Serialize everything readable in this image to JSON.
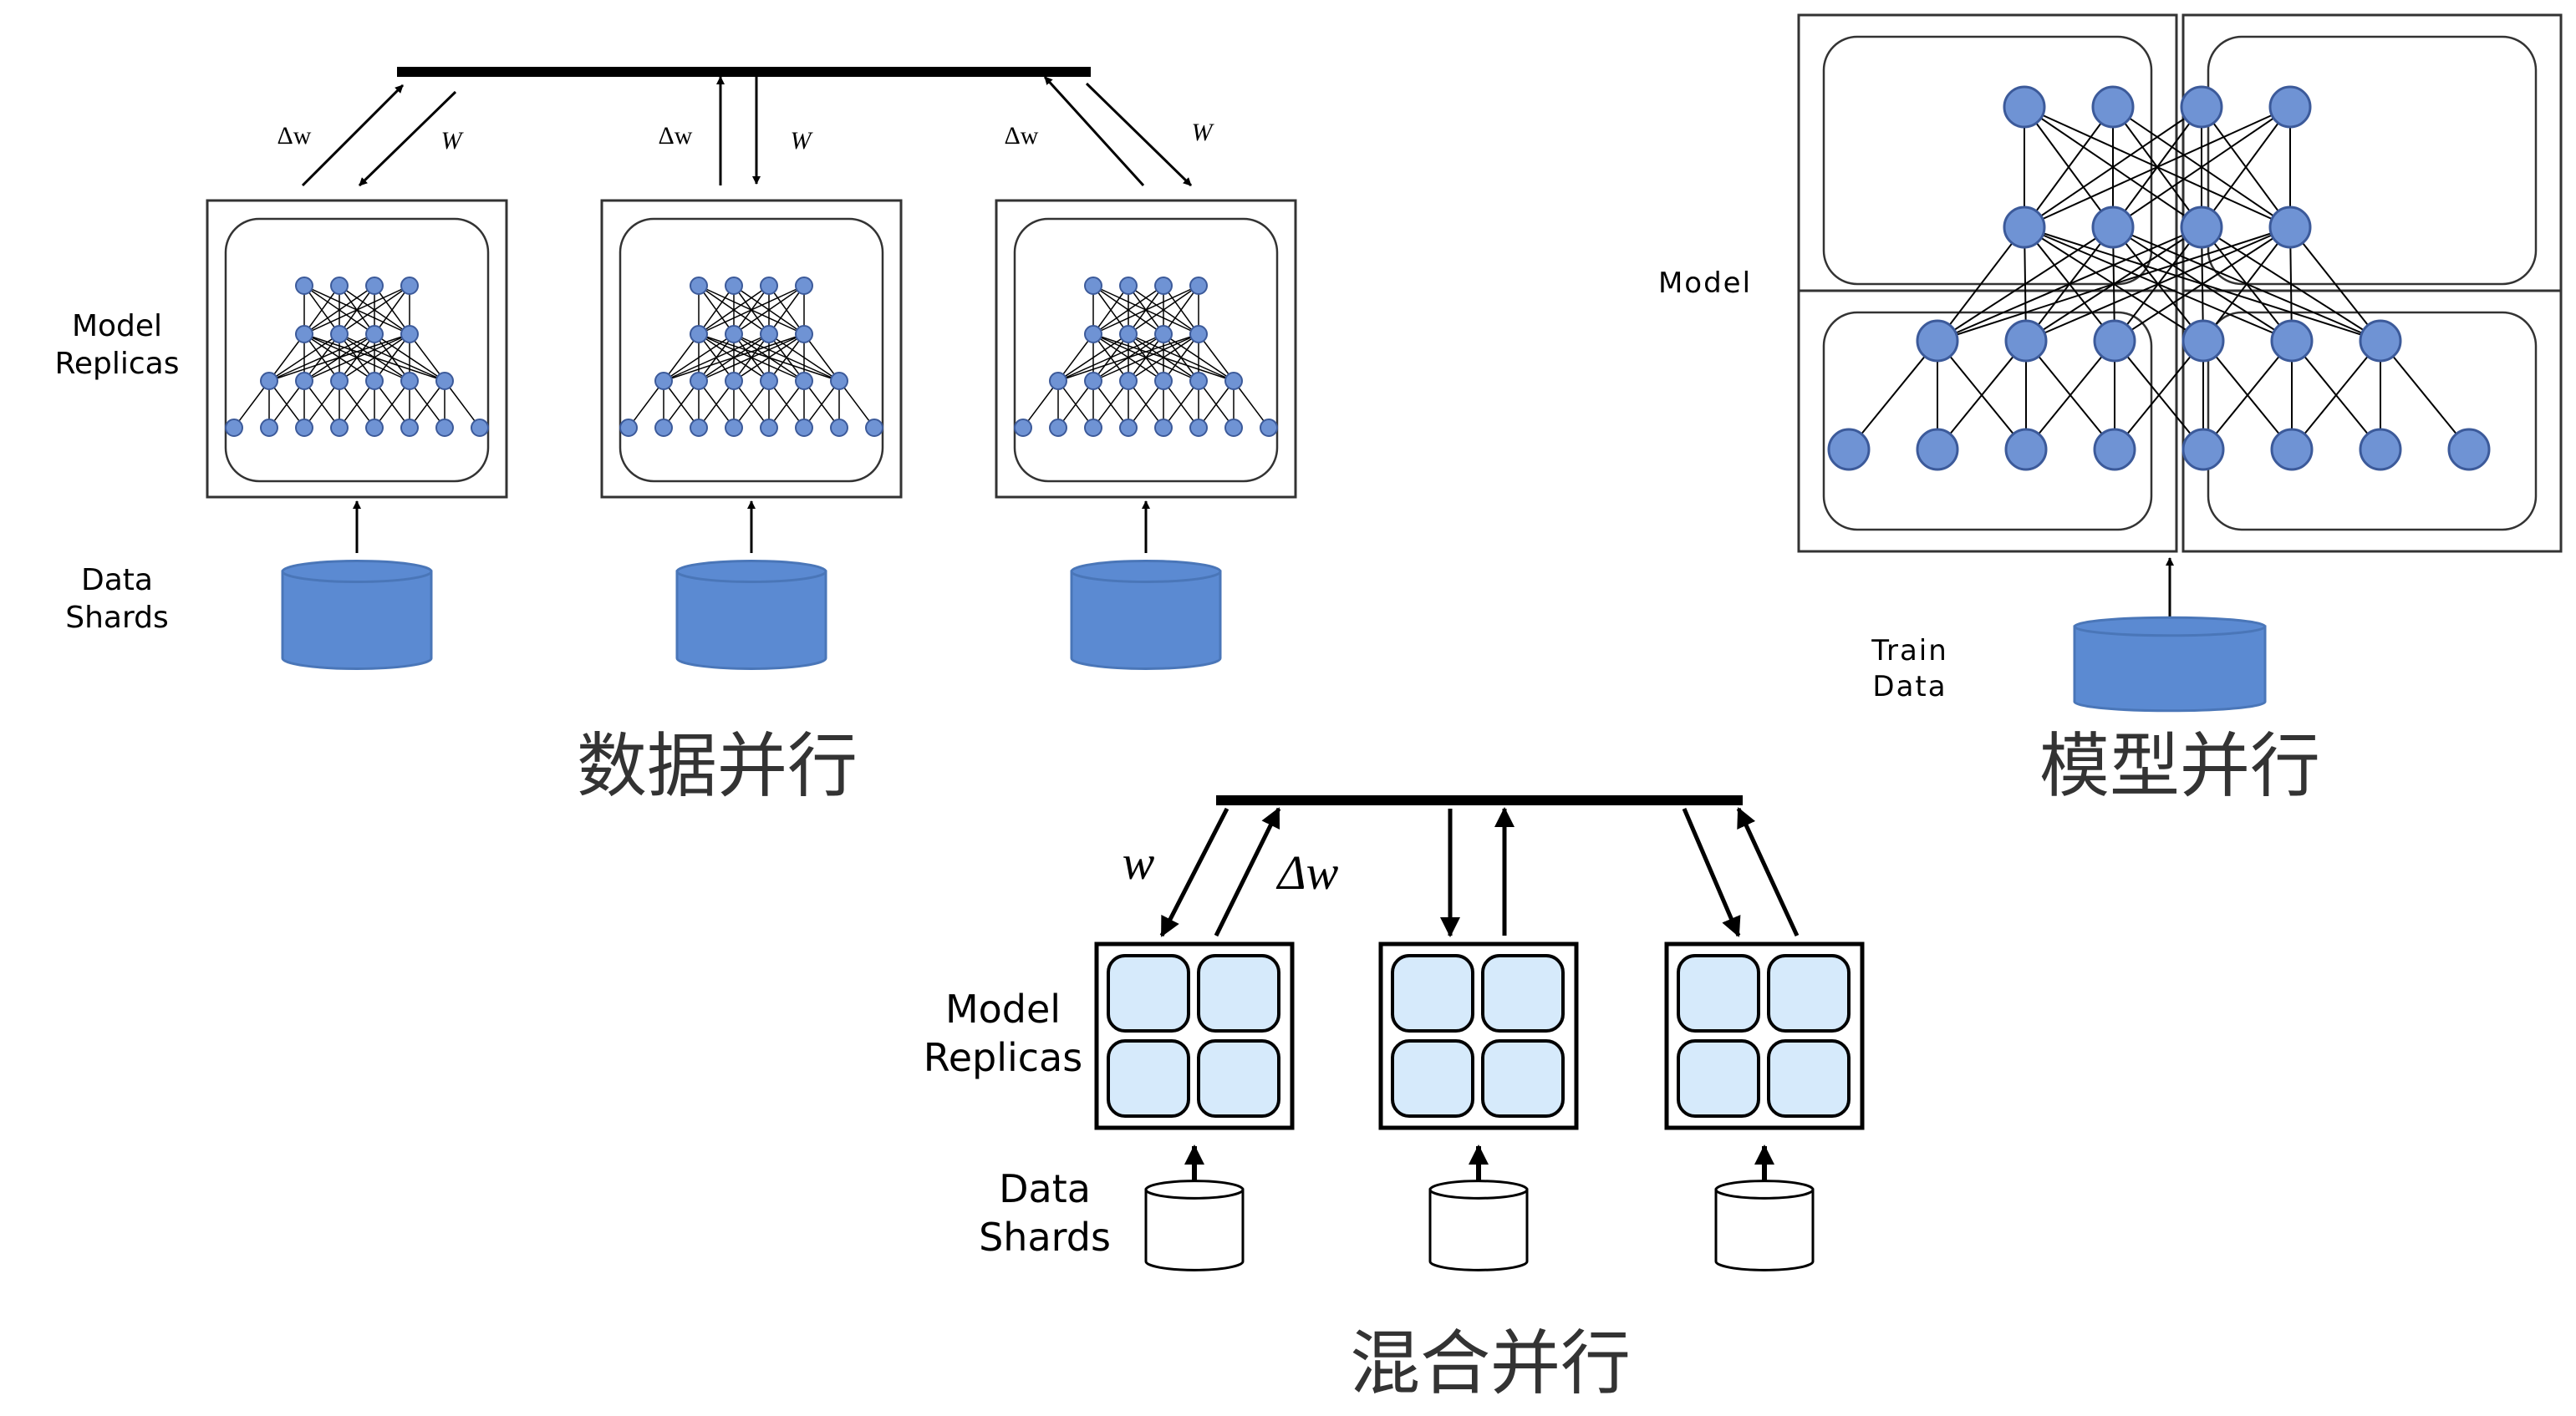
{
  "data_parallel": {
    "title": "数据并行",
    "model_label": [
      "Model",
      "Replicas"
    ],
    "data_label": [
      "Data",
      "Shards"
    ],
    "delta_w": "Δw",
    "w": "W"
  },
  "model_parallel": {
    "title": "模型并行",
    "model_label": "Model",
    "data_label": [
      "Train",
      "Data"
    ]
  },
  "hybrid_parallel": {
    "title": "混合并行",
    "model_label": [
      "Model",
      "Replicas"
    ],
    "data_label": [
      "Data",
      "Shards"
    ],
    "w": "w",
    "delta_w": "Δw"
  },
  "colors": {
    "node_fill": "#6f93d4",
    "node_stroke": "#3c5a9a",
    "cylinder": "#5b8ad2",
    "tile_fill": "#d6eafb",
    "line": "#000000"
  }
}
